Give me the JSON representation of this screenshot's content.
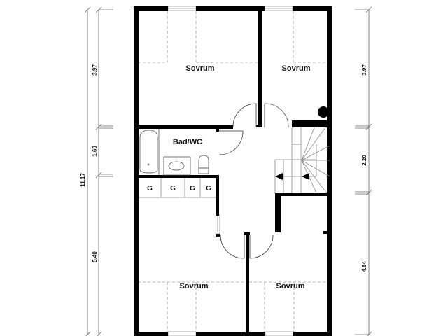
{
  "plan": {
    "rooms": [
      {
        "id": "bedroom-1",
        "label": "Sovrum"
      },
      {
        "id": "bedroom-2",
        "label": "Sovrum"
      },
      {
        "id": "bathroom",
        "label": "Bad/WC"
      },
      {
        "id": "bedroom-3",
        "label": "Sovrum"
      },
      {
        "id": "bedroom-4",
        "label": "Sovrum"
      }
    ],
    "closets": [
      {
        "label": "G"
      },
      {
        "label": "G"
      },
      {
        "label": "G"
      },
      {
        "label": "G"
      }
    ]
  },
  "dimensions": {
    "left": {
      "total": "11.17",
      "segments": [
        "3.97",
        "1.60",
        "5.40"
      ]
    },
    "right": {
      "segments": [
        "3.97",
        "2.20",
        "4.84"
      ]
    }
  },
  "colors": {
    "wall": "#000000",
    "thin_line": "#555555",
    "dash": "#9a9a9a",
    "window": "#bdbdbd",
    "background": "#ffffff"
  }
}
